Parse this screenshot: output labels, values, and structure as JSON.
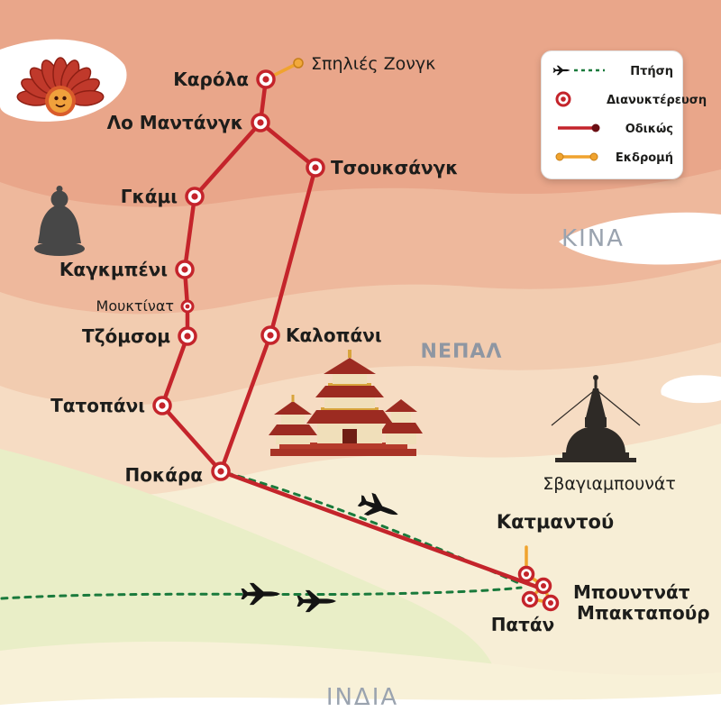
{
  "map": {
    "regions": {
      "china": "ΚΙΝΑ",
      "nepal": "ΝΕΠΑΛ",
      "india": "ΙΝΔΙΑ"
    },
    "places": {
      "karola": "Καρόλα",
      "spilies_zonk": "Σπηλιές Ζονγκ",
      "lo_mantang": "Λο Μαντάνγκ",
      "tsouksang": "Τσουκσάνγκ",
      "gkami": "Γκάμι",
      "kagbeni": "Καγκμπένι",
      "mouktinat": "Μουκτίνατ",
      "tzomsom": "Τζόμσομ",
      "kalopani": "Καλοπάνι",
      "tatopani": "Τατοπάνι",
      "pokara": "Ποκάρα",
      "svagiampounat": "Σβαγιαμπουνάτ",
      "katmantou": "Κατμαντού",
      "mpountnat": "Μπουντνάτ",
      "mpaktapour": "Μπακταπούρ",
      "patan": "Πατάν"
    }
  },
  "legend": {
    "items": [
      {
        "id": "flight",
        "label": "Πτήση"
      },
      {
        "id": "overnight",
        "label": "Διανυκτέρευση"
      },
      {
        "id": "road",
        "label": "Οδικώς"
      },
      {
        "id": "excursion",
        "label": "Εκδρομή"
      }
    ]
  },
  "colors": {
    "road": "#c4242b",
    "flight": "#1a7a3c",
    "excursion": "#f0a32e",
    "marker": "#c4242b",
    "label": "#1d1d1b",
    "region_label": "#99a2ae"
  }
}
